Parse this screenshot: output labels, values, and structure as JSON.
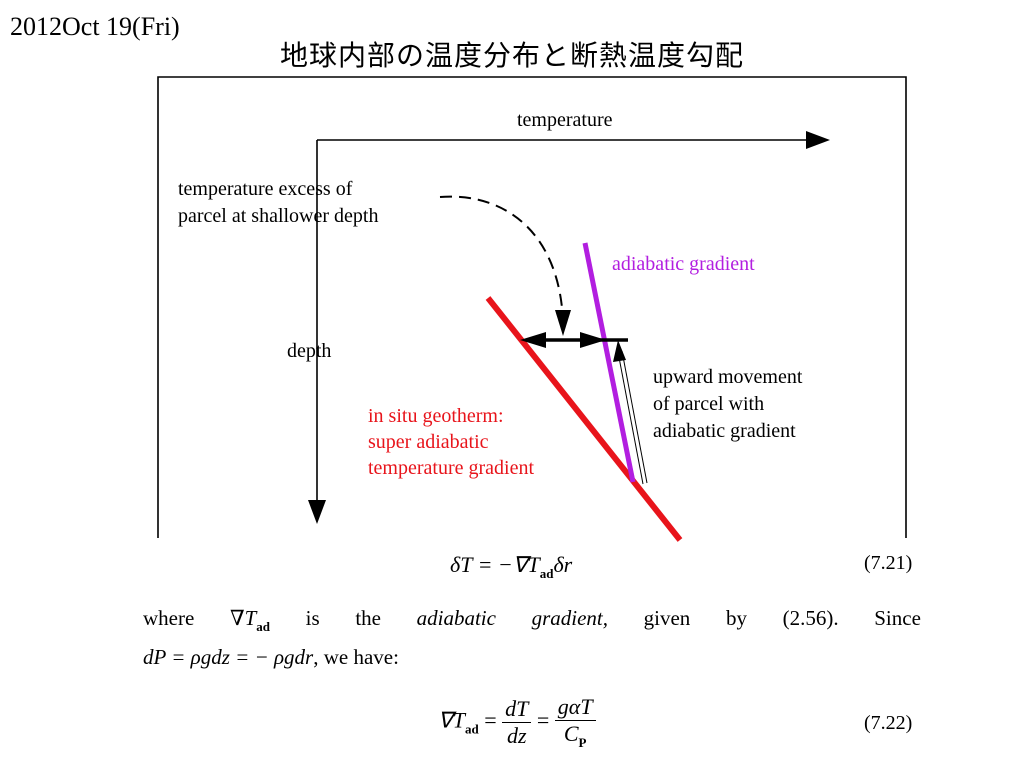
{
  "header": {
    "date": "2012Oct 19(Fri)",
    "title": "地球内部の温度分布と断熱温度勾配"
  },
  "diagram": {
    "x_axis_label": "temperature",
    "y_axis_label": "depth",
    "annotation_excess_line1": "temperature excess of",
    "annotation_excess_line2": "parcel at shallower depth",
    "adiabatic_label": "adiabatic gradient",
    "upward_line1": "upward movement",
    "upward_line2": "of parcel with",
    "upward_line3": "adiabatic gradient",
    "geotherm_line1": "in situ geotherm:",
    "geotherm_line2": "super adiabatic",
    "geotherm_line3": "temperature gradient",
    "colors": {
      "geotherm": "#e8141b",
      "adiabatic": "#b21ee0",
      "ink": "#000000"
    }
  },
  "equations": {
    "eq1": "δT = −∇T",
    "eq1_sub": "ad",
    "eq1_tail": "δr",
    "eq1_number": "(7.21)",
    "where": "where",
    "nabla_t": "∇T",
    "ad": "ad",
    "is": "is",
    "the": "the",
    "adiabatic_word": "adiabatic",
    "gradient_word": "gradient,",
    "given": "given",
    "by": "by",
    "ref": "(2.56).",
    "since": "Since",
    "line2": "dP = ρgdz = − ρgdr",
    "line2_tail": ", we have:",
    "eq2_lhs": "∇T",
    "eq2_lhs_sub": "ad",
    "eq2_eq": "=",
    "eq2_frac1_num": "dT",
    "eq2_frac1_den": "dz",
    "eq2_frac2_num": "gαT",
    "eq2_frac2_den": "C",
    "eq2_frac2_den_sub": "P",
    "eq2_number": "(7.22)"
  }
}
